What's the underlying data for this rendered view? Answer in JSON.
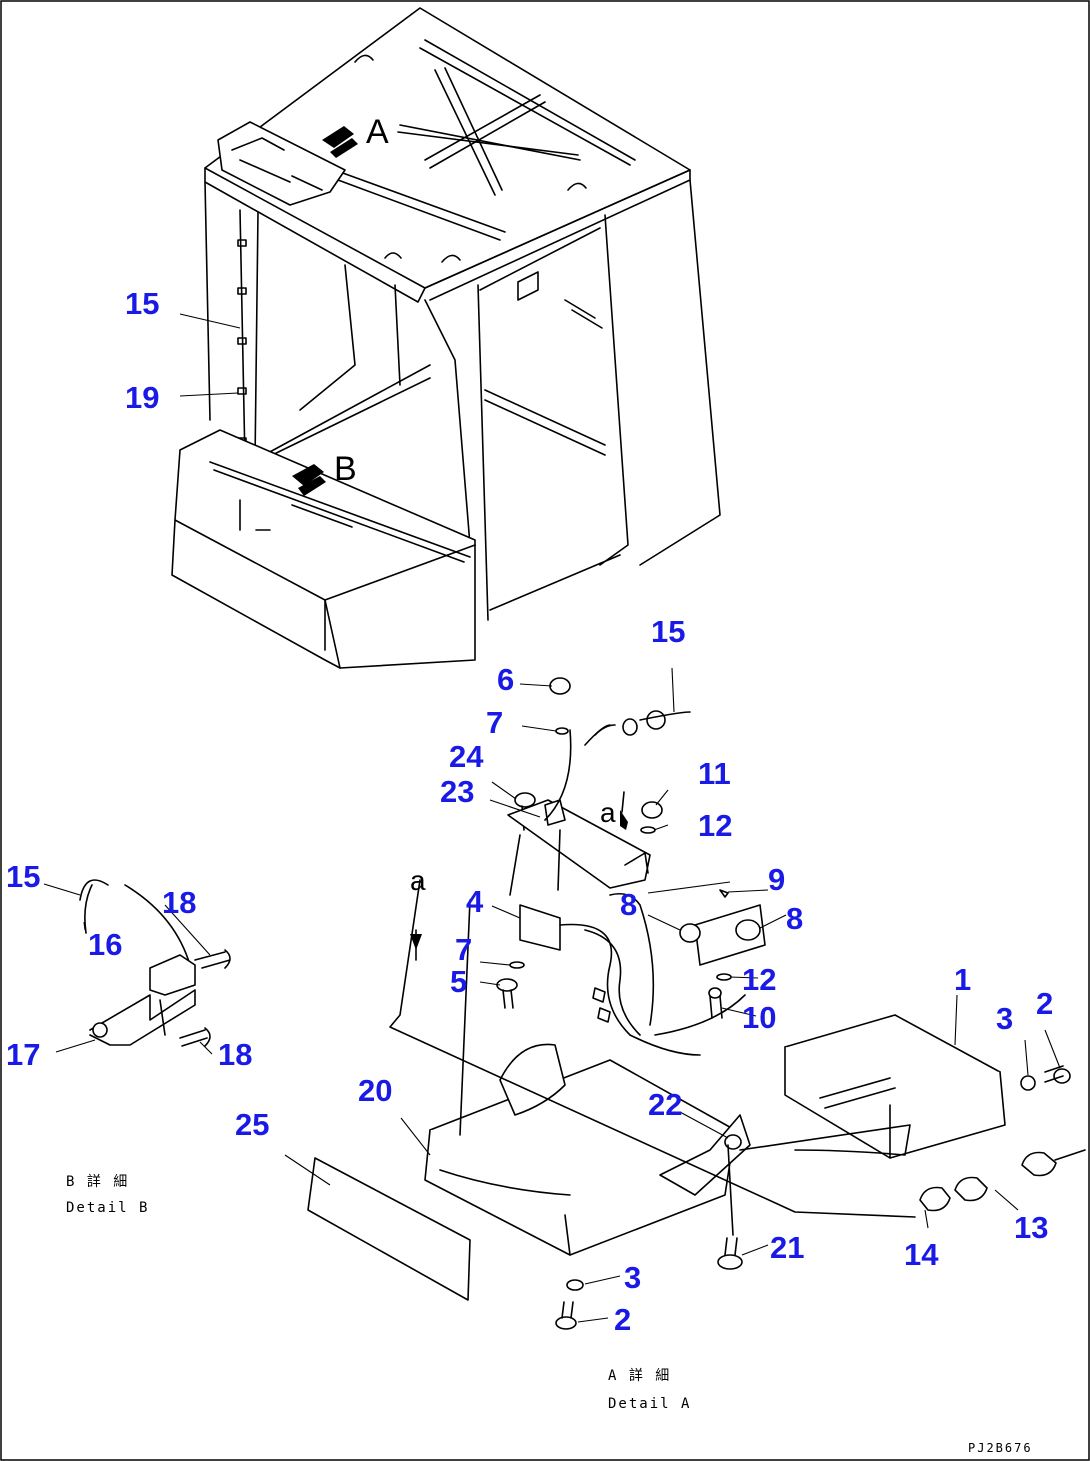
{
  "cab_labels": {
    "a_arrow": "A",
    "b_arrow": "B"
  },
  "callouts_main": [
    {
      "id": "c-15a",
      "text": "15"
    },
    {
      "id": "c-19",
      "text": "19"
    }
  ],
  "callouts_detail_a": [
    {
      "id": "c-15b",
      "text": "15"
    },
    {
      "id": "c-6",
      "text": "6"
    },
    {
      "id": "c-7a",
      "text": "7"
    },
    {
      "id": "c-24",
      "text": "24"
    },
    {
      "id": "c-23",
      "text": "23"
    },
    {
      "id": "c-11",
      "text": "11"
    },
    {
      "id": "c-12a",
      "text": "12"
    },
    {
      "id": "c-9",
      "text": "9"
    },
    {
      "id": "c-8a",
      "text": "8"
    },
    {
      "id": "c-8b",
      "text": "8"
    },
    {
      "id": "c-4",
      "text": "4"
    },
    {
      "id": "c-7b",
      "text": "7"
    },
    {
      "id": "c-5",
      "text": "5"
    },
    {
      "id": "c-12b",
      "text": "12"
    },
    {
      "id": "c-10",
      "text": "10"
    },
    {
      "id": "c-1",
      "text": "1"
    },
    {
      "id": "c-3a",
      "text": "3"
    },
    {
      "id": "c-2a",
      "text": "2"
    },
    {
      "id": "c-20",
      "text": "20"
    },
    {
      "id": "c-22",
      "text": "22"
    },
    {
      "id": "c-25",
      "text": "25"
    },
    {
      "id": "c-21",
      "text": "21"
    },
    {
      "id": "c-14",
      "text": "14"
    },
    {
      "id": "c-13",
      "text": "13"
    },
    {
      "id": "c-3b",
      "text": "3"
    },
    {
      "id": "c-2b",
      "text": "2"
    }
  ],
  "callouts_detail_b": [
    {
      "id": "c-15c",
      "text": "15"
    },
    {
      "id": "c-16",
      "text": "16"
    },
    {
      "id": "c-18a",
      "text": "18"
    },
    {
      "id": "c-17",
      "text": "17"
    },
    {
      "id": "c-18b",
      "text": "18"
    }
  ],
  "view_markers": {
    "a_upper": "a",
    "a_left": "a"
  },
  "detail_b": {
    "jp": "B 詳 細",
    "en": "Detail B"
  },
  "detail_a": {
    "jp": "A 詳 細",
    "en": "Detail A"
  },
  "drawing_code": "PJ2B676",
  "colors": {
    "callout": "#1a1ae6",
    "line": "#000000"
  }
}
